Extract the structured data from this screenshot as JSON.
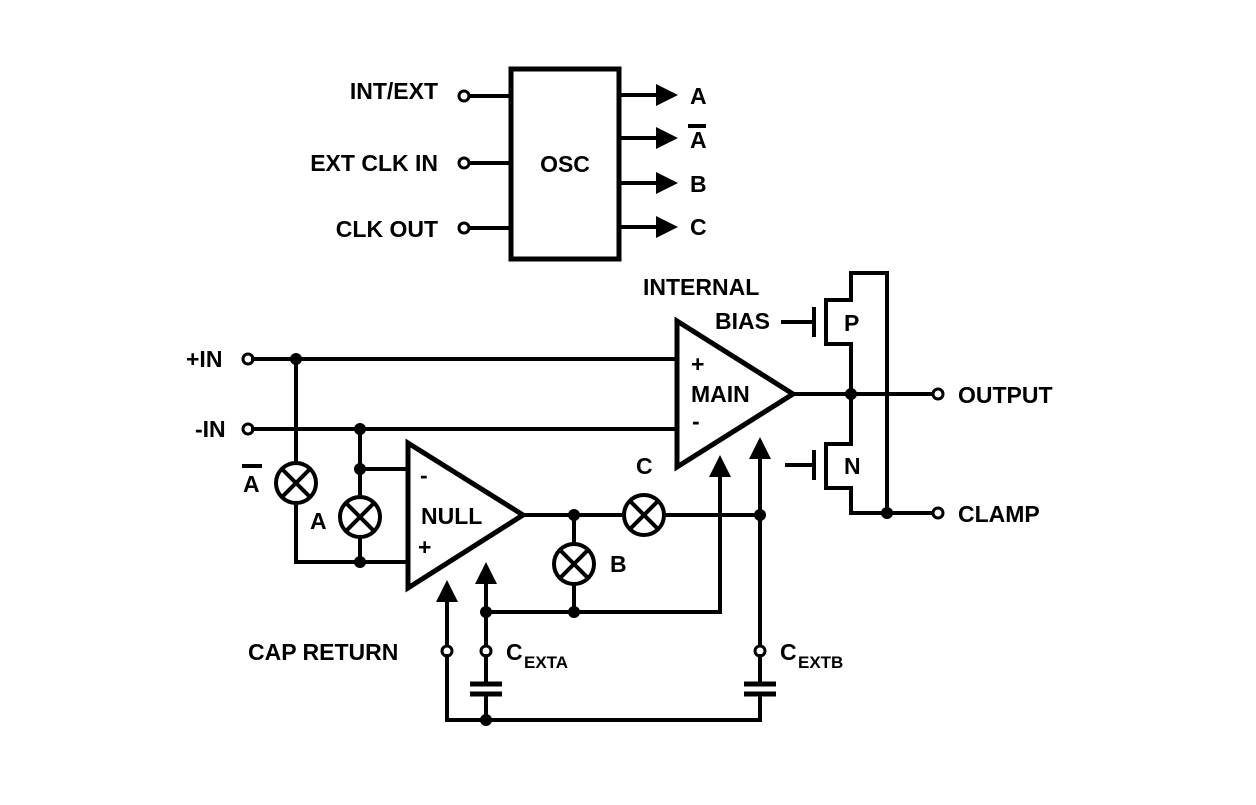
{
  "osc": {
    "block": "OSC",
    "inputs": [
      "INT/EXT",
      "EXT CLK IN",
      "CLK OUT"
    ],
    "outputs": [
      "A",
      "A",
      "B",
      "C"
    ]
  },
  "amps": {
    "main": "MAIN",
    "null": "NULL",
    "plus": "+",
    "minus": "-"
  },
  "pins": {
    "in_plus": "+IN",
    "in_minus": "-IN",
    "output": "OUTPUT",
    "clamp": "CLAMP",
    "cap_return": "CAP RETURN",
    "cext_a_main": "C",
    "cext_a_sub": "EXTA",
    "cext_b_main": "C",
    "cext_b_sub": "EXTB"
  },
  "bias": {
    "line1": "INTERNAL",
    "line2": "BIAS",
    "p": "P",
    "n": "N"
  },
  "switches": {
    "a_bar": "A",
    "a": "A",
    "b": "B",
    "c": "C"
  }
}
